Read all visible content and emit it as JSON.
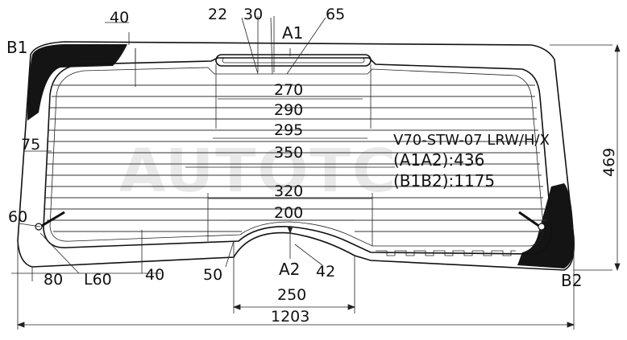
{
  "drawing": {
    "watermark": "AUTOTC",
    "part_code": "V70-STW-07 LRW/H/X",
    "a1a2": "(A1A2):436",
    "b1b2": "(B1B2):1175",
    "points": {
      "a1": "A1",
      "a2": "A2",
      "b1": "B1",
      "b2": "B2"
    },
    "dims": {
      "top_40": "40",
      "top_22": "22",
      "top_30": "30",
      "top_65": "65",
      "w270": "270",
      "w290": "290",
      "w295": "295",
      "w350": "350",
      "w320": "320",
      "w200": "200",
      "w250": "250",
      "w1203": "1203",
      "h469": "469",
      "left_75": "75",
      "left_60": "60",
      "bot_80": "80",
      "bot_l60": "L60",
      "bot_40": "40",
      "bot_50": "50",
      "bot_42": "42"
    }
  }
}
